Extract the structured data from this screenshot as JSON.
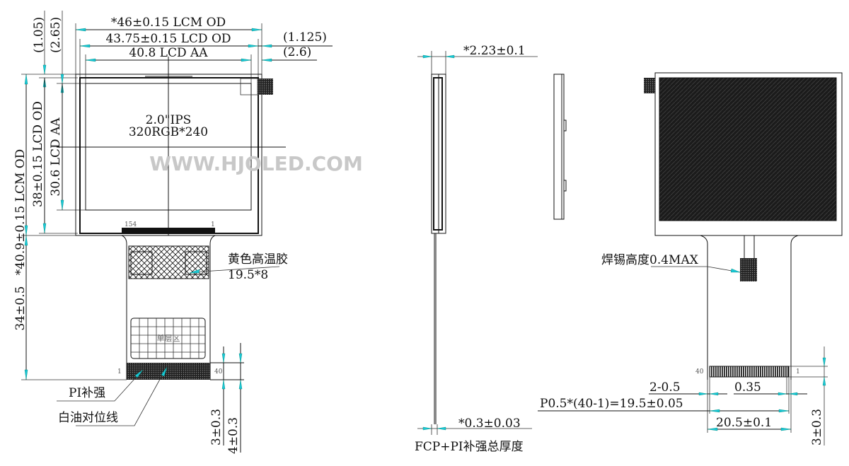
{
  "watermark": "WWW.HJOLED.COM",
  "front_view": {
    "lcm_od_width": "*46±0.15 LCM OD",
    "lcd_od_width": "43.75±0.15 LCD OD",
    "lcd_aa_width": "40.8 LCD AA",
    "right_offset_1": "(1.125)",
    "right_offset_2": "(2.6)",
    "top_offset_1": "(1.05)",
    "top_offset_2": "(2.65)",
    "lcm_od_height": "*40.9±0.15 LCM OD",
    "lcd_od_height": "38±0.15 LCD OD",
    "lcd_aa_height": "30.6 LCD AA",
    "panel_size": "2.0\"IPS",
    "resolution": "320RGB*240",
    "pin_label_left": "154",
    "pin_label_right": "1",
    "fpc_length": "34±0.5",
    "glue_label": "黄色高温胶",
    "glue_size": "19.5*8",
    "single_layer_label": "单层区",
    "pin1_label": "1",
    "pin40_label": "40",
    "pi_stiffener_label": "PI补强",
    "white_oil_label": "白油对位线",
    "dim_stiffener": "3±0.3",
    "dim_tail": "4±0.3"
  },
  "side_view": {
    "thickness": "*2.23±0.1",
    "fpc_thickness": "*0.3±0.03",
    "fpc_thickness_label": "FCP+PI补强总厚度"
  },
  "back_view": {
    "solder_label": "焊锡高度0.4MAX",
    "pin40_label": "40",
    "pin1_label": "1",
    "dim_edge": "2-0.5",
    "dim_pad": "0.35",
    "dim_pitch": "P0.5*(40-1)=19.5±0.05",
    "dim_width": "20.5±0.1",
    "dim_finger": "3±0.3"
  },
  "colors": {
    "arrow": "#19c7d6",
    "line": "#111111",
    "panel_dark": "#1a1a1a"
  }
}
